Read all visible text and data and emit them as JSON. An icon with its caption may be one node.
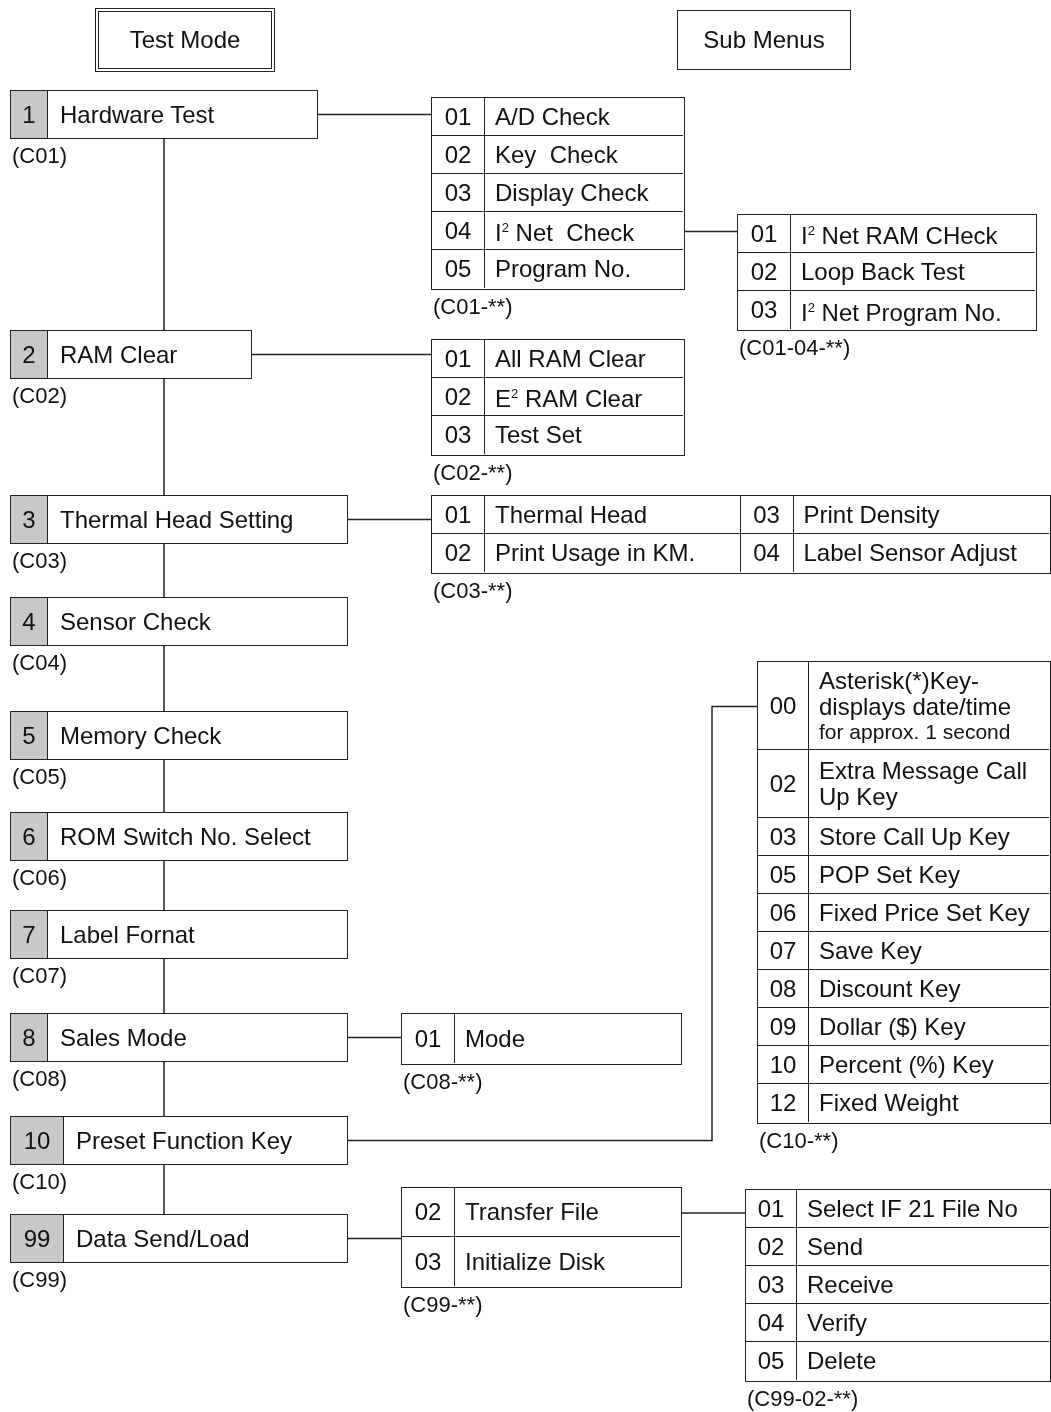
{
  "diagram": {
    "nodes": [
      {
        "text": [
          "Test Mode"
        ]
      },
      {
        "text": [
          "Sub Menus"
        ]
      },
      {
        "text": [
          "1",
          "Hardware Test"
        ],
        "beside": [
          "(C01)"
        ]
      },
      {
        "text": [
          "2",
          "RAM Clear"
        ],
        "beside": [
          "(C02)"
        ]
      },
      {
        "text": [
          "3",
          "Thermal Head Setting"
        ],
        "beside": [
          "(C03)"
        ]
      },
      {
        "text": [
          "4",
          "Sensor Check"
        ],
        "beside": [
          "(C04)"
        ]
      },
      {
        "text": [
          "5",
          "Memory Check"
        ],
        "beside": [
          "(C05)"
        ]
      },
      {
        "text": [
          "6",
          "ROM Switch No. Select"
        ],
        "beside": [
          "(C06)"
        ]
      },
      {
        "text": [
          "7",
          "Label Fornat"
        ],
        "beside": [
          "(C07)"
        ]
      },
      {
        "text": [
          "8",
          "Sales Mode"
        ],
        "beside": [
          "(C08)"
        ]
      },
      {
        "text": [
          "10",
          "Preset Function Key"
        ],
        "beside": [
          "(C10)"
        ]
      },
      {
        "text": [
          "99",
          "Data Send/Load"
        ],
        "beside": [
          "(C99)"
        ]
      },
      {
        "text": [],
        "shape": "box",
        "beside": [
          "(C01-**)"
        ]
      },
      {
        "text": [
          "01",
          "A/D Check"
        ],
        "in": 12
      },
      {
        "text": [
          "02",
          "Key  Check"
        ],
        "in": 12
      },
      {
        "text": [
          "03",
          "Display Check"
        ],
        "in": 12
      },
      {
        "text": [
          "04",
          "I$^{2}$ Net  Check"
        ],
        "in": 12
      },
      {
        "text": [
          "05",
          "Program No."
        ],
        "in": 12
      },
      {
        "text": [],
        "shape": "box",
        "beside": [
          "(C01-04-**)"
        ]
      },
      {
        "text": [
          "01",
          "I$^{2}$ Net RAM CHeck"
        ],
        "in": 18
      },
      {
        "text": [
          "02",
          "Loop Back Test"
        ],
        "in": 18
      },
      {
        "text": [
          "03",
          "I$^{2}$ Net Program No."
        ],
        "in": 18
      },
      {
        "text": [],
        "shape": "box",
        "beside": [
          "(C02-**)"
        ]
      },
      {
        "text": [
          "01",
          "All RAM Clear"
        ],
        "in": 22
      },
      {
        "text": [
          "02",
          "E$^{2}$ RAM Clear"
        ],
        "in": 22
      },
      {
        "text": [
          "03",
          "Test Set"
        ],
        "in": 22
      },
      {
        "text": [],
        "shape": "box",
        "beside": [
          "(C03-**)"
        ]
      },
      {
        "text": [
          "01",
          "Thermal Head"
        ],
        "in": 26
      },
      {
        "text": [
          "03",
          "Print Density"
        ],
        "in": 26
      },
      {
        "text": [
          "02",
          "Print Usage in KM."
        ],
        "in": 26
      },
      {
        "text": [
          "04",
          "Label Sensor Adjust"
        ],
        "in": 26
      },
      {
        "text": [],
        "shape": "box",
        "beside": [
          "(C08-**)"
        ]
      },
      {
        "text": [
          "01",
          "Mode"
        ],
        "in": 31
      },
      {
        "text": [],
        "shape": "box",
        "beside": [
          "(C10-**)"
        ]
      },
      {
        "text": [
          "00",
          "Asterisk(*)Key- displays date/time",
          "for approx. 1 second"
        ],
        "in": 33
      },
      {
        "text": [
          "02",
          "Extra Message Call Up Key"
        ],
        "in": 33
      },
      {
        "text": [
          "03",
          "Store Call Up Key"
        ],
        "in": 33
      },
      {
        "text": [
          "05",
          "POP Set Key"
        ],
        "in": 33
      },
      {
        "text": [
          "06",
          "Fixed Price Set Key"
        ],
        "in": 33
      },
      {
        "text": [
          "07",
          "Save Key"
        ],
        "in": 33
      },
      {
        "text": [
          "08",
          "Discount Key"
        ],
        "in": 33
      },
      {
        "text": [
          "09",
          "Dollar ($) Key"
        ],
        "in": 33
      },
      {
        "text": [
          "10",
          "Percent (%) Key"
        ],
        "in": 33
      },
      {
        "text": [
          "12",
          "Fixed Weight"
        ],
        "in": 33
      },
      {
        "text": [],
        "shape": "box",
        "beside": [
          "(C99-**)"
        ]
      },
      {
        "text": [
          "02",
          "Transfer File"
        ],
        "in": 44
      },
      {
        "text": [
          "03",
          "Initialize Disk"
        ],
        "in": 44
      },
      {
        "text": [],
        "shape": "box",
        "beside": [
          "(C99-02-**)"
        ]
      },
      {
        "text": [
          "01",
          "Select IF 21 File No"
        ],
        "in": 47
      },
      {
        "text": [
          "02",
          "Send"
        ],
        "in": 47
      },
      {
        "text": [
          "03",
          "Receive"
        ],
        "in": 47
      },
      {
        "text": [
          "04",
          "Verify"
        ],
        "in": 47
      },
      {
        "text": [
          "05",
          "Delete"
        ],
        "in": 47
      }
    ],
    "edges": [
      {
        "from": 2,
        "to": 3,
        "arrow": "none"
      },
      {
        "from": 3,
        "to": 4,
        "arrow": "none"
      },
      {
        "from": 4,
        "to": 5,
        "arrow": "none"
      },
      {
        "from": 5,
        "to": 6,
        "arrow": "none"
      },
      {
        "from": 6,
        "to": 7,
        "arrow": "none"
      },
      {
        "from": 7,
        "to": 8,
        "arrow": "none"
      },
      {
        "from": 8,
        "to": 9,
        "arrow": "none"
      },
      {
        "from": 9,
        "to": 10,
        "arrow": "none"
      },
      {
        "from": 10,
        "to": 11,
        "arrow": "none"
      },
      {
        "from": 2,
        "to": 12,
        "arrow": "none"
      },
      {
        "from": 16,
        "to": 18,
        "arrow": "none"
      },
      {
        "from": 3,
        "to": 22,
        "arrow": "none"
      },
      {
        "from": 4,
        "to": 26,
        "arrow": "none"
      },
      {
        "from": 9,
        "to": 31,
        "arrow": "none"
      },
      {
        "from": 10,
        "to": 33,
        "arrow": "none"
      },
      {
        "from": 11,
        "to": 44,
        "arrow": "none"
      },
      {
        "from": 45,
        "to": 47,
        "arrow": "none"
      }
    ]
  }
}
